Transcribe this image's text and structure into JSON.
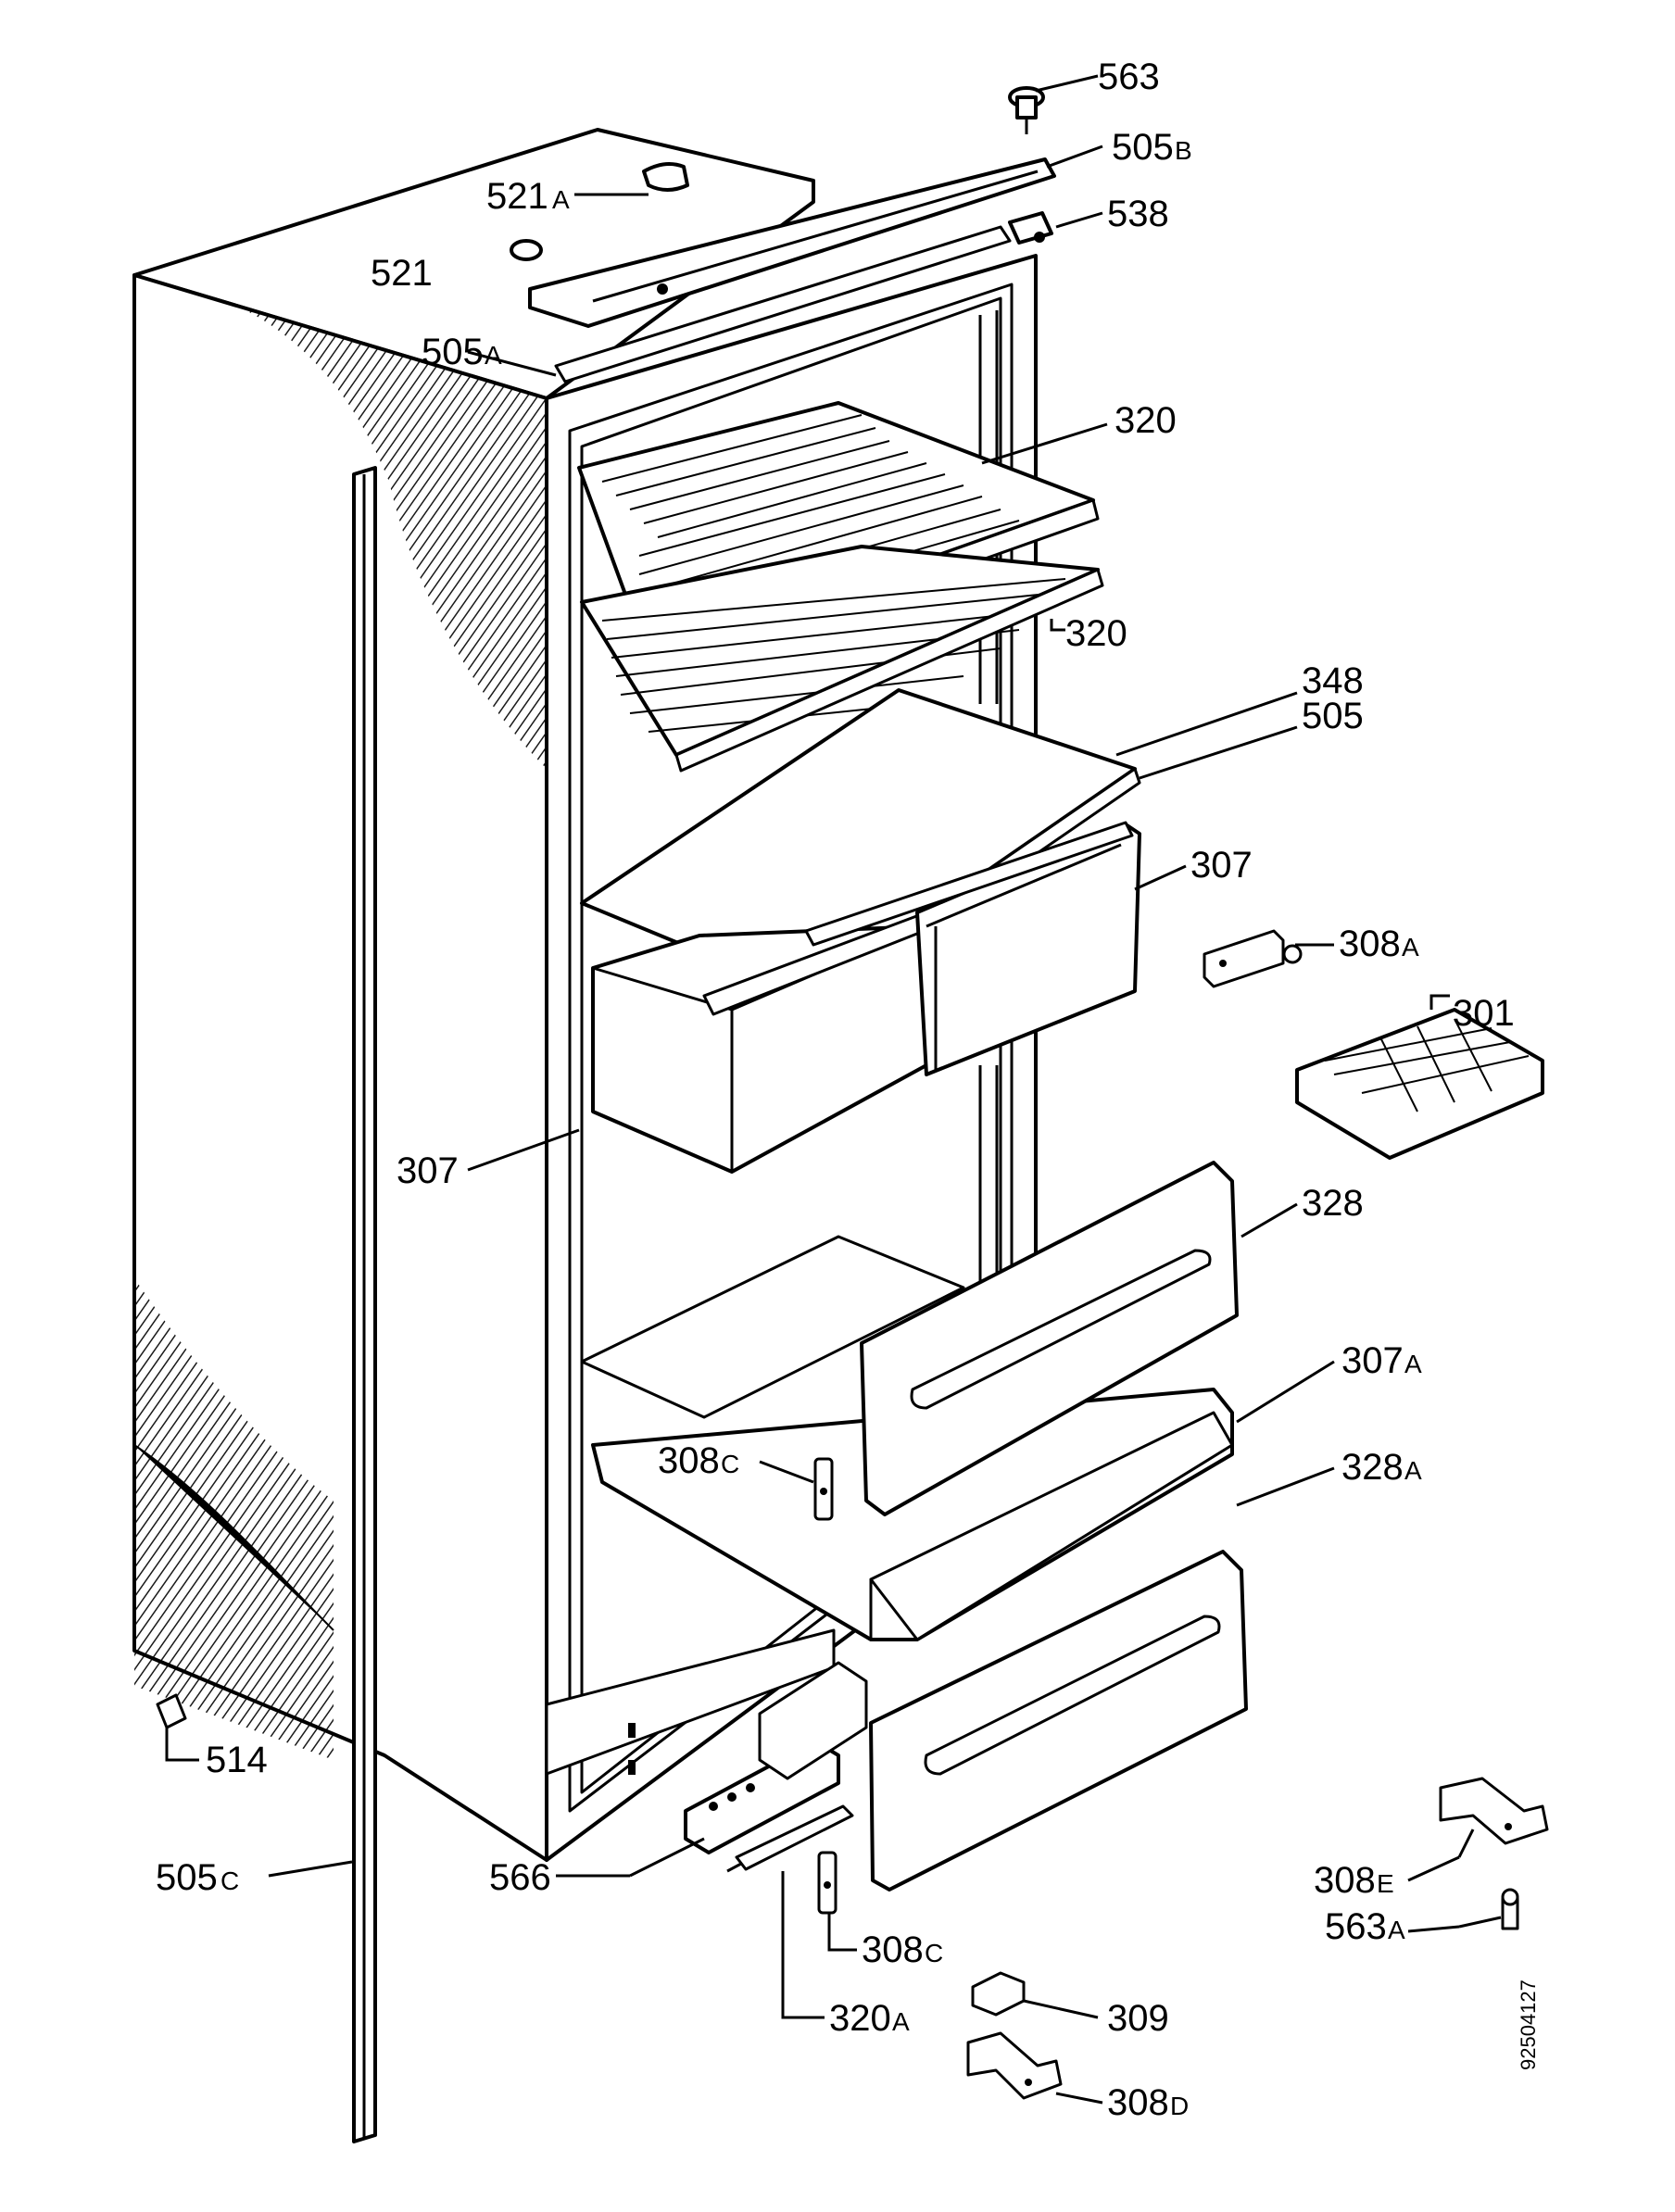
{
  "labels": {
    "l563": "563",
    "l505B": "505",
    "l505B_sfx": "B",
    "l521A": "521",
    "l521A_sfx": "A",
    "l538": "538",
    "l521": "521",
    "l505A": "505",
    "l505A_sfx": "A",
    "l320_top": "320",
    "l320_low": "320",
    "l348": "348",
    "l505": "505",
    "l307_right": "307",
    "l308A": "308",
    "l308A_sfx": "A",
    "l301": "301",
    "l307_left": "307",
    "l328": "328",
    "l307A": "307",
    "l307A_sfx": "A",
    "l308C_mid": "308",
    "l308C_mid_sfx": "C",
    "l328A": "328",
    "l328A_sfx": "A",
    "l514": "514",
    "l505C": "505",
    "l505C_sfx": "C",
    "l566": "566",
    "l308E": "308",
    "l308E_sfx": "E",
    "l563A": "563",
    "l563A_sfx": "A",
    "l308C_low": "308",
    "l308C_low_sfx": "C",
    "l309": "309",
    "l320A": "320",
    "l320A_sfx": "A",
    "l308D": "308",
    "l308D_sfx": "D"
  },
  "drawing_number": "92504127",
  "colors": {
    "ink": "#000000",
    "paper": "#ffffff"
  }
}
